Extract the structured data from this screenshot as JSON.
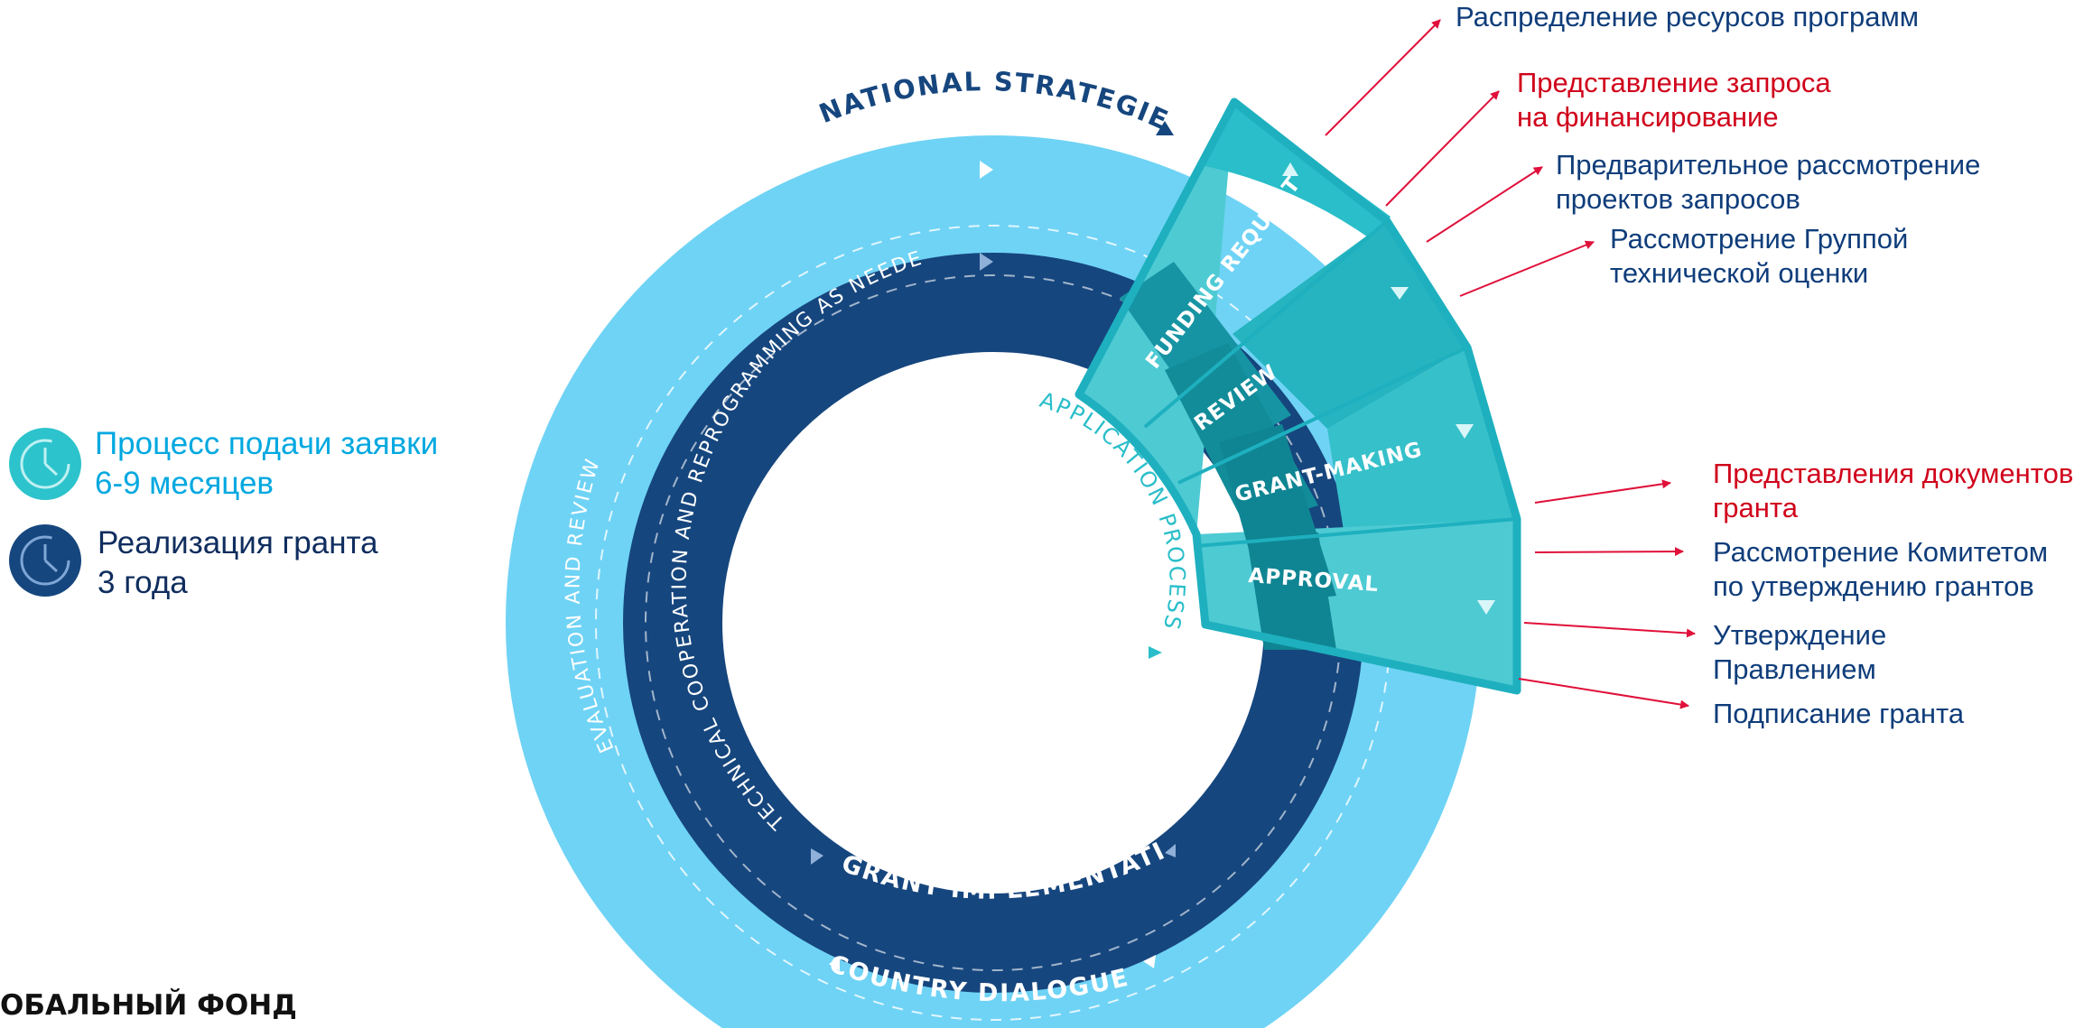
{
  "diagram": {
    "outer_ring": {
      "top_label": "NATIONAL STRATEGIES",
      "left_label": "EVALUATION AND REVIEW",
      "bottom_label": "COUNTRY DIALOGUE"
    },
    "inner_ring": {
      "arc_label": "TECHNICAL COOPERATION AND REPROGRAMMING AS NEEDED",
      "bottom_label": "GRANT IMPLEMENTATION"
    },
    "process_label": "APPLICATION PROCESS",
    "steps": [
      "FUNDING REQUEST",
      "REVIEW",
      "GRANT-MAKING",
      "APPROVAL"
    ]
  },
  "callouts": [
    {
      "text": "Распределение ресурсов программ",
      "color": "#0f3d7a"
    },
    {
      "text": "Представление запроса\nна финансирование",
      "color": "#d0021b"
    },
    {
      "text": "Предварительное рассмотрение\nпроектов запросов",
      "color": "#0f3d7a"
    },
    {
      "text": "Рассмотрение Группой\nтехнической оценки",
      "color": "#0f3d7a"
    },
    {
      "text": "Представления документов\nгранта",
      "color": "#d0021b"
    },
    {
      "text": "Рассмотрение Комитетом\nпо утверждению грантов",
      "color": "#0f3d7a"
    },
    {
      "text": "Утверждение\nПравлением",
      "color": "#0f3d7a"
    },
    {
      "text": "Подписание гранта",
      "color": "#0f3d7a"
    }
  ],
  "legend": [
    {
      "line1": "Процесс подачи заявки",
      "line2": "6-9 месяцев",
      "color": "#00a8e0",
      "icon": "clock-icon"
    },
    {
      "line1": "Реализация гранта",
      "line2": "3 года",
      "color": "#0f2d5e",
      "icon": "clock-icon"
    }
  ],
  "logo_text": "ОБАЛЬНЫЙ ФОНД",
  "colors": {
    "outer_ring": "#6fd3f5",
    "inner_ring": "#16467e",
    "teal": "#29bec9",
    "arrow_red": "#e0103a"
  }
}
